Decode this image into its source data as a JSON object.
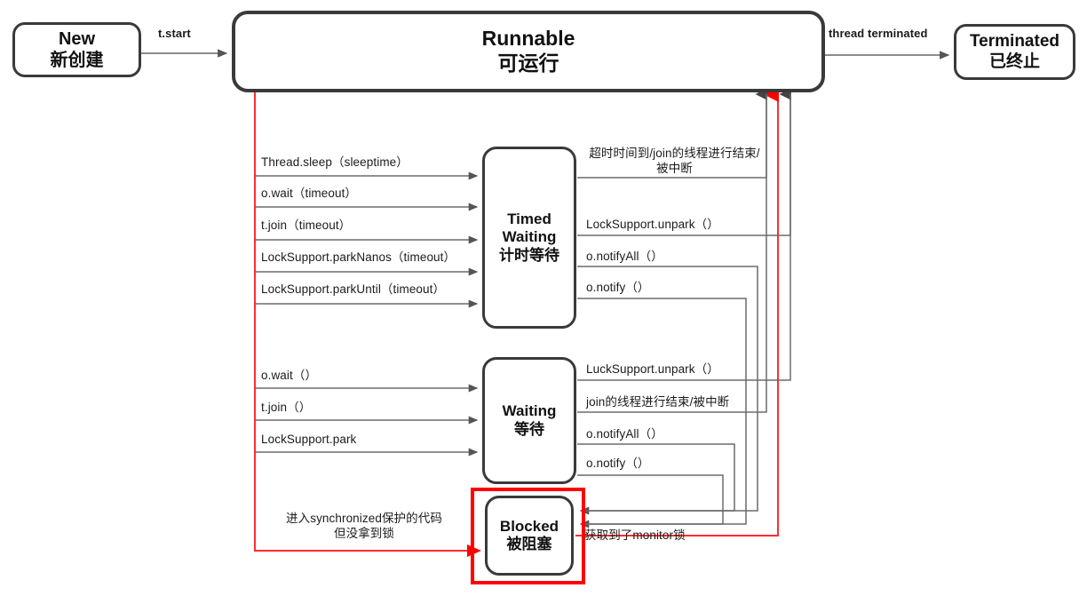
{
  "diagram": {
    "title": "Java Thread State Transition Diagram",
    "colors": {
      "node_border": "#3a3a3a",
      "arrow": "#555555",
      "red": "#ff0000",
      "text": "#1b1b1b"
    }
  },
  "nodes": {
    "new": {
      "en": "New",
      "zh": "新创建"
    },
    "runnable": {
      "en": "Runnable",
      "zh": "可运行"
    },
    "terminated": {
      "en": "Terminated",
      "zh": "已终止"
    },
    "timed_waiting": {
      "en1": "Timed",
      "en2": "Waiting",
      "zh": "计时等待"
    },
    "waiting": {
      "en": "Waiting",
      "zh": "等待"
    },
    "blocked": {
      "en": "Blocked",
      "zh": "被阻塞"
    }
  },
  "top_edges": {
    "start": "t.start",
    "terminated": "thread terminated"
  },
  "timed_waiting_in": [
    "Thread.sleep（sleeptime）",
    "o.wait（timeout）",
    "t.join（timeout）",
    "LockSupport.parkNanos（timeout）",
    "LockSupport.parkUntil（timeout）"
  ],
  "timed_waiting_out": [
    "超时时间到/join的线程进行结束/被中断",
    "LockSupport.unpark（）",
    "o.notifyAll（）",
    "o.notify（）"
  ],
  "waiting_in": [
    "o.wait（）",
    "t.join（）",
    "LockSupport.park"
  ],
  "waiting_out": [
    "LuckSupport.unpark（）",
    "join的线程进行结束/被中断",
    "o.notifyAll（）",
    "o.notify（）"
  ],
  "blocked_in": "进入synchronized保护的代码\n但没拿到锁",
  "blocked_in_l1": "进入synchronized保护的代码",
  "blocked_in_l2": "但没拿到锁",
  "blocked_out": "获取到了monitor锁"
}
